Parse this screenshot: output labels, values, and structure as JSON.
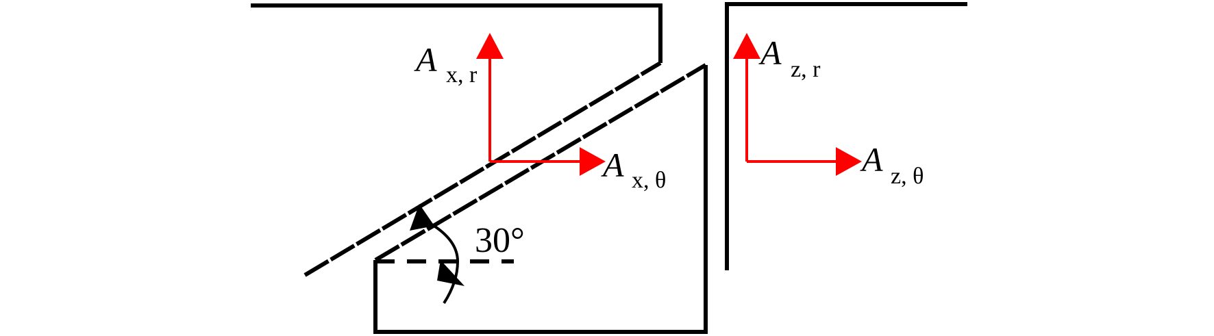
{
  "vectors": {
    "x_r": {
      "symbol": "A",
      "subscript": "x, r"
    },
    "x_theta": {
      "symbol": "A",
      "subscript": "x, θ"
    },
    "z_r": {
      "symbol": "A",
      "subscript": "z, r"
    },
    "z_theta": {
      "symbol": "A",
      "subscript": "z, θ"
    }
  },
  "angle": {
    "label": "30°"
  },
  "colors": {
    "vector": "#ff0000",
    "line": "#000000"
  }
}
